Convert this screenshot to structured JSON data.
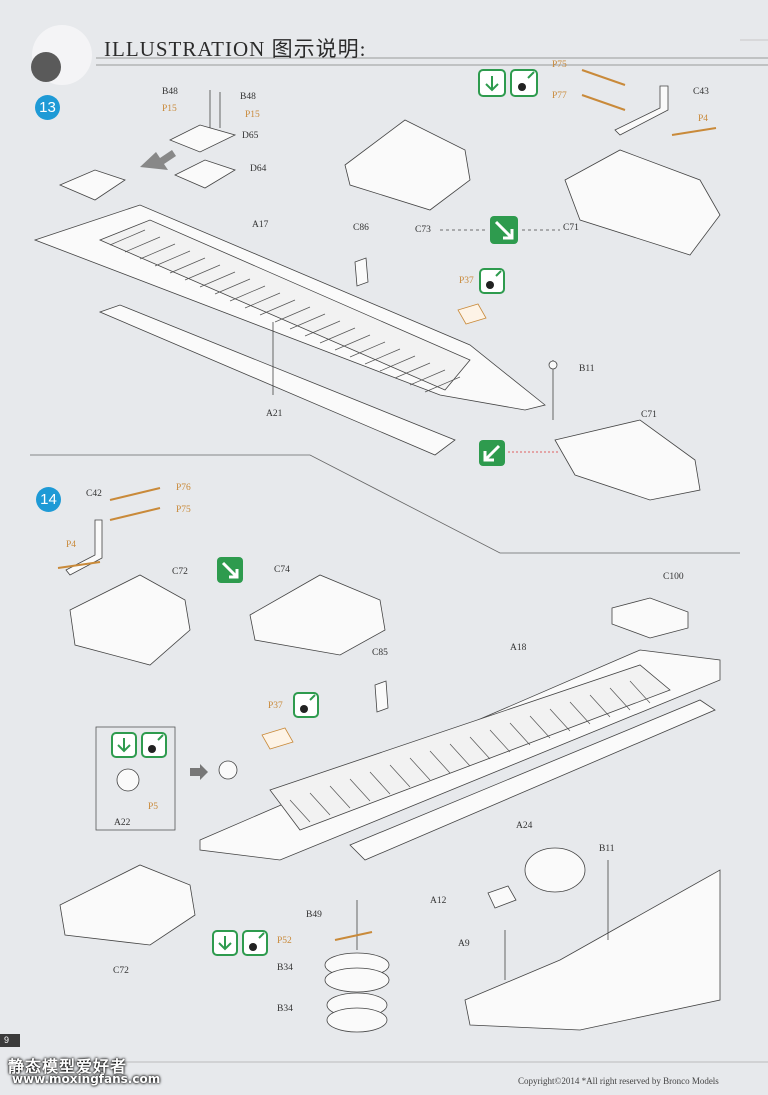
{
  "header": {
    "title": "ILLUSTRATION 图示说明:"
  },
  "steps": [
    {
      "number": "13"
    },
    {
      "number": "14"
    }
  ],
  "labels": {
    "b48_a": "B48",
    "b48_b": "B48",
    "p15_a": "P15",
    "p15_b": "P15",
    "d65": "D65",
    "d64": "D64",
    "a17": "A17",
    "c86": "C86",
    "a21": "A21",
    "p37_a": "P37",
    "b11_a": "B11",
    "c71_a": "C71",
    "c71_b": "C71",
    "c73": "C73",
    "p75_a": "P75",
    "p77": "P77",
    "c43": "C43",
    "p4_a": "P4",
    "c42": "C42",
    "p76": "P76",
    "p75_b": "P75",
    "p4_b": "P4",
    "c72_a": "C72",
    "c74": "C74",
    "c100": "C100",
    "a18": "A18",
    "c85": "C85",
    "p37_b": "P37",
    "a22": "A22",
    "p5": "P5",
    "a24": "A24",
    "b11_b": "B11",
    "a12": "A12",
    "a9": "A9",
    "b49": "B49",
    "p52": "P52",
    "b34_a": "B34",
    "b34_b": "B34",
    "c72_b": "C72"
  },
  "footer": {
    "page_number": "9",
    "watermark_cn": "静态模型爱好者",
    "watermark_url": "www.moxingfans.com",
    "copyright": "Copyright©2014  *All right reserved by Bronco Models"
  },
  "colors": {
    "step_badge": "#1e9ad6",
    "green_icon": "#2e9b4e",
    "photo_etch_label": "#c98a3a",
    "background": "#e7e9ec"
  }
}
